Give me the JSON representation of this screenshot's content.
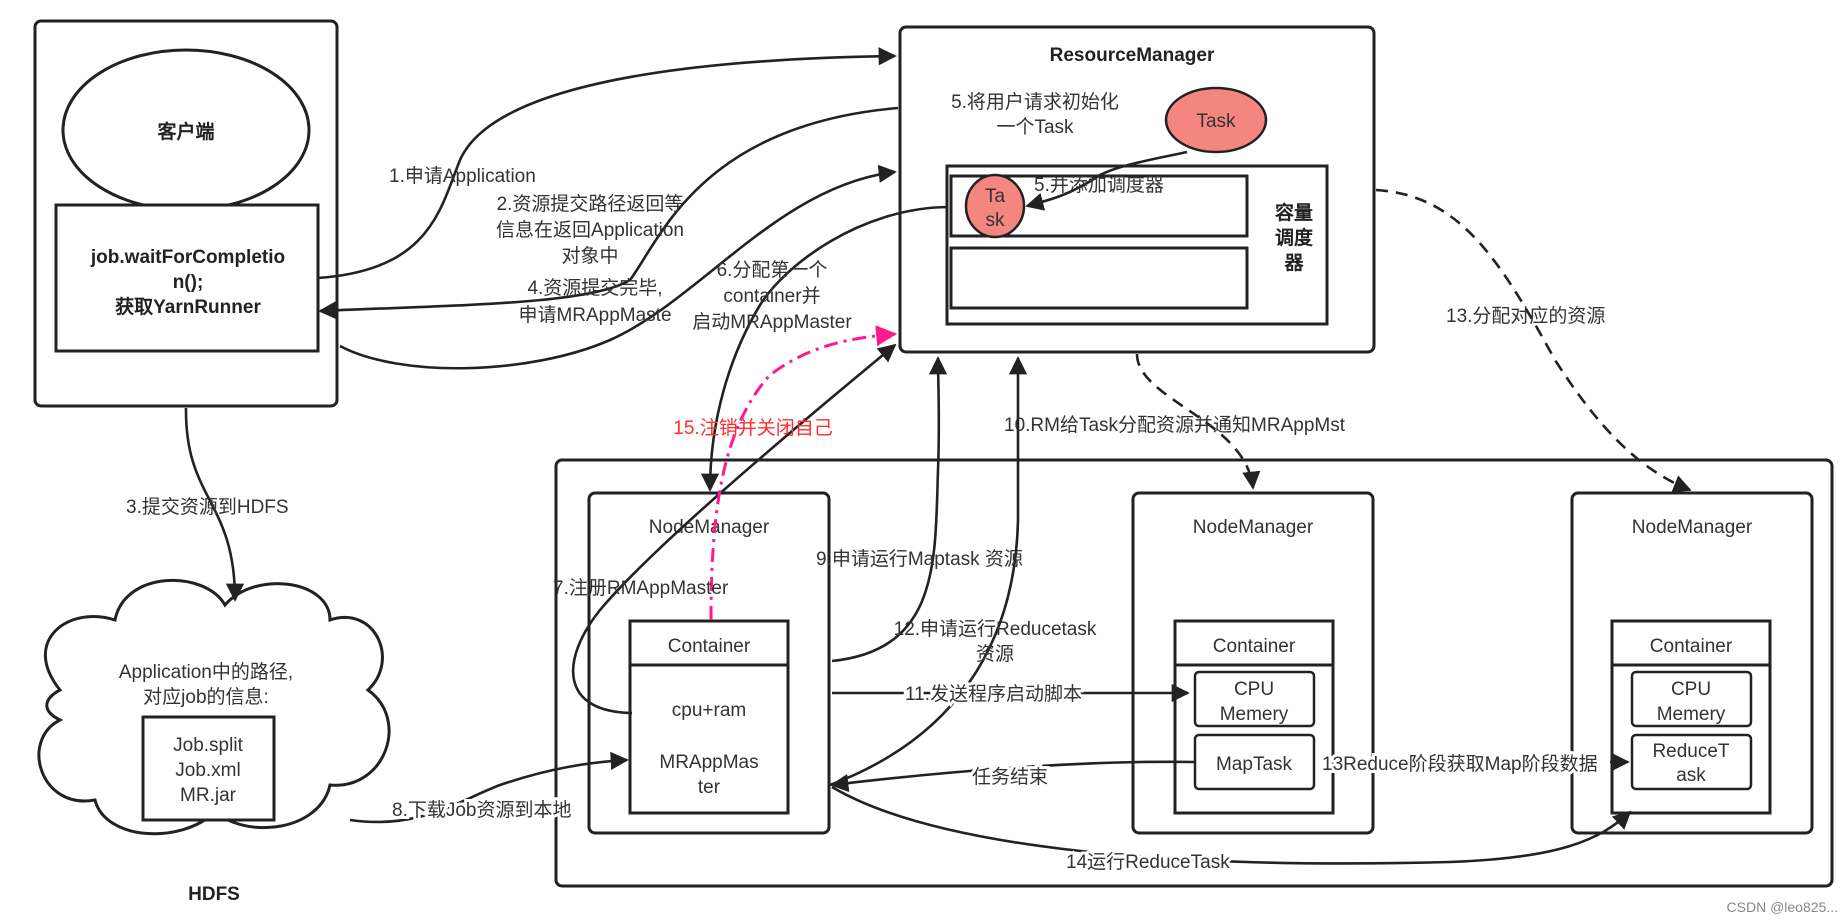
{
  "nodes": {
    "client": "客户端",
    "job_call": [
      "job.waitForCompletio",
      "n();",
      "获取YarnRunner"
    ],
    "resource_manager": "ResourceManager",
    "task_top": "Task",
    "task_inner": [
      "Ta",
      "sk"
    ],
    "capacity_scheduler": [
      "容量",
      "调度",
      "器"
    ],
    "node_manager": "NodeManager",
    "container": "Container",
    "cpu_ram": "cpu+ram",
    "mrappmaster": [
      "MRAppMas",
      "ter"
    ],
    "cpu_memery": [
      "CPU",
      "Memery"
    ],
    "maptask": "MapTask",
    "reducetask": [
      "ReduceT",
      "ask"
    ],
    "hdfs_text": [
      "Application中的路径,",
      "对应job的信息:"
    ],
    "hdfs_files": [
      "Job.split",
      "Job.xml",
      "MR.jar"
    ],
    "hdfs_label": "HDFS"
  },
  "edges": {
    "e1": "1.申请Application",
    "e2": [
      "2.资源提交路径返回等",
      "信息在返回Application",
      "对象中"
    ],
    "e3": "3.提交资源到HDFS",
    "e4": [
      "4.资源提交完毕,",
      "申请MRAppMaste"
    ],
    "e5a": [
      "5.将用户请求初始化",
      "一个Task"
    ],
    "e5b": "5.并添加调度器",
    "e6": [
      "6.分配第一个",
      "container并",
      "启动MRAppMaster"
    ],
    "e7": "7.注册RMAppMaster",
    "e8": "8.下载Job资源到本地",
    "e9": "9.申请运行Maptask 资源",
    "e10": "10.RM给Task分配资源并通知MRAppMst",
    "e11": "11.发送程序启动脚本",
    "e12": [
      "12.申请运行Reducetask",
      "资源"
    ],
    "e13a": "13.分配对应的资源",
    "e13b": "13Reduce阶段获取Map阶段数据",
    "e14": "14运行ReduceTask",
    "e15": "15.注销并关闭自己",
    "task_done": "任务结束"
  },
  "watermark": "CSDN @leo825...",
  "colors": {
    "task_fill": "#f4867f",
    "highlight": "#ff1a8c",
    "highlight_text": "#ff2d2d"
  }
}
